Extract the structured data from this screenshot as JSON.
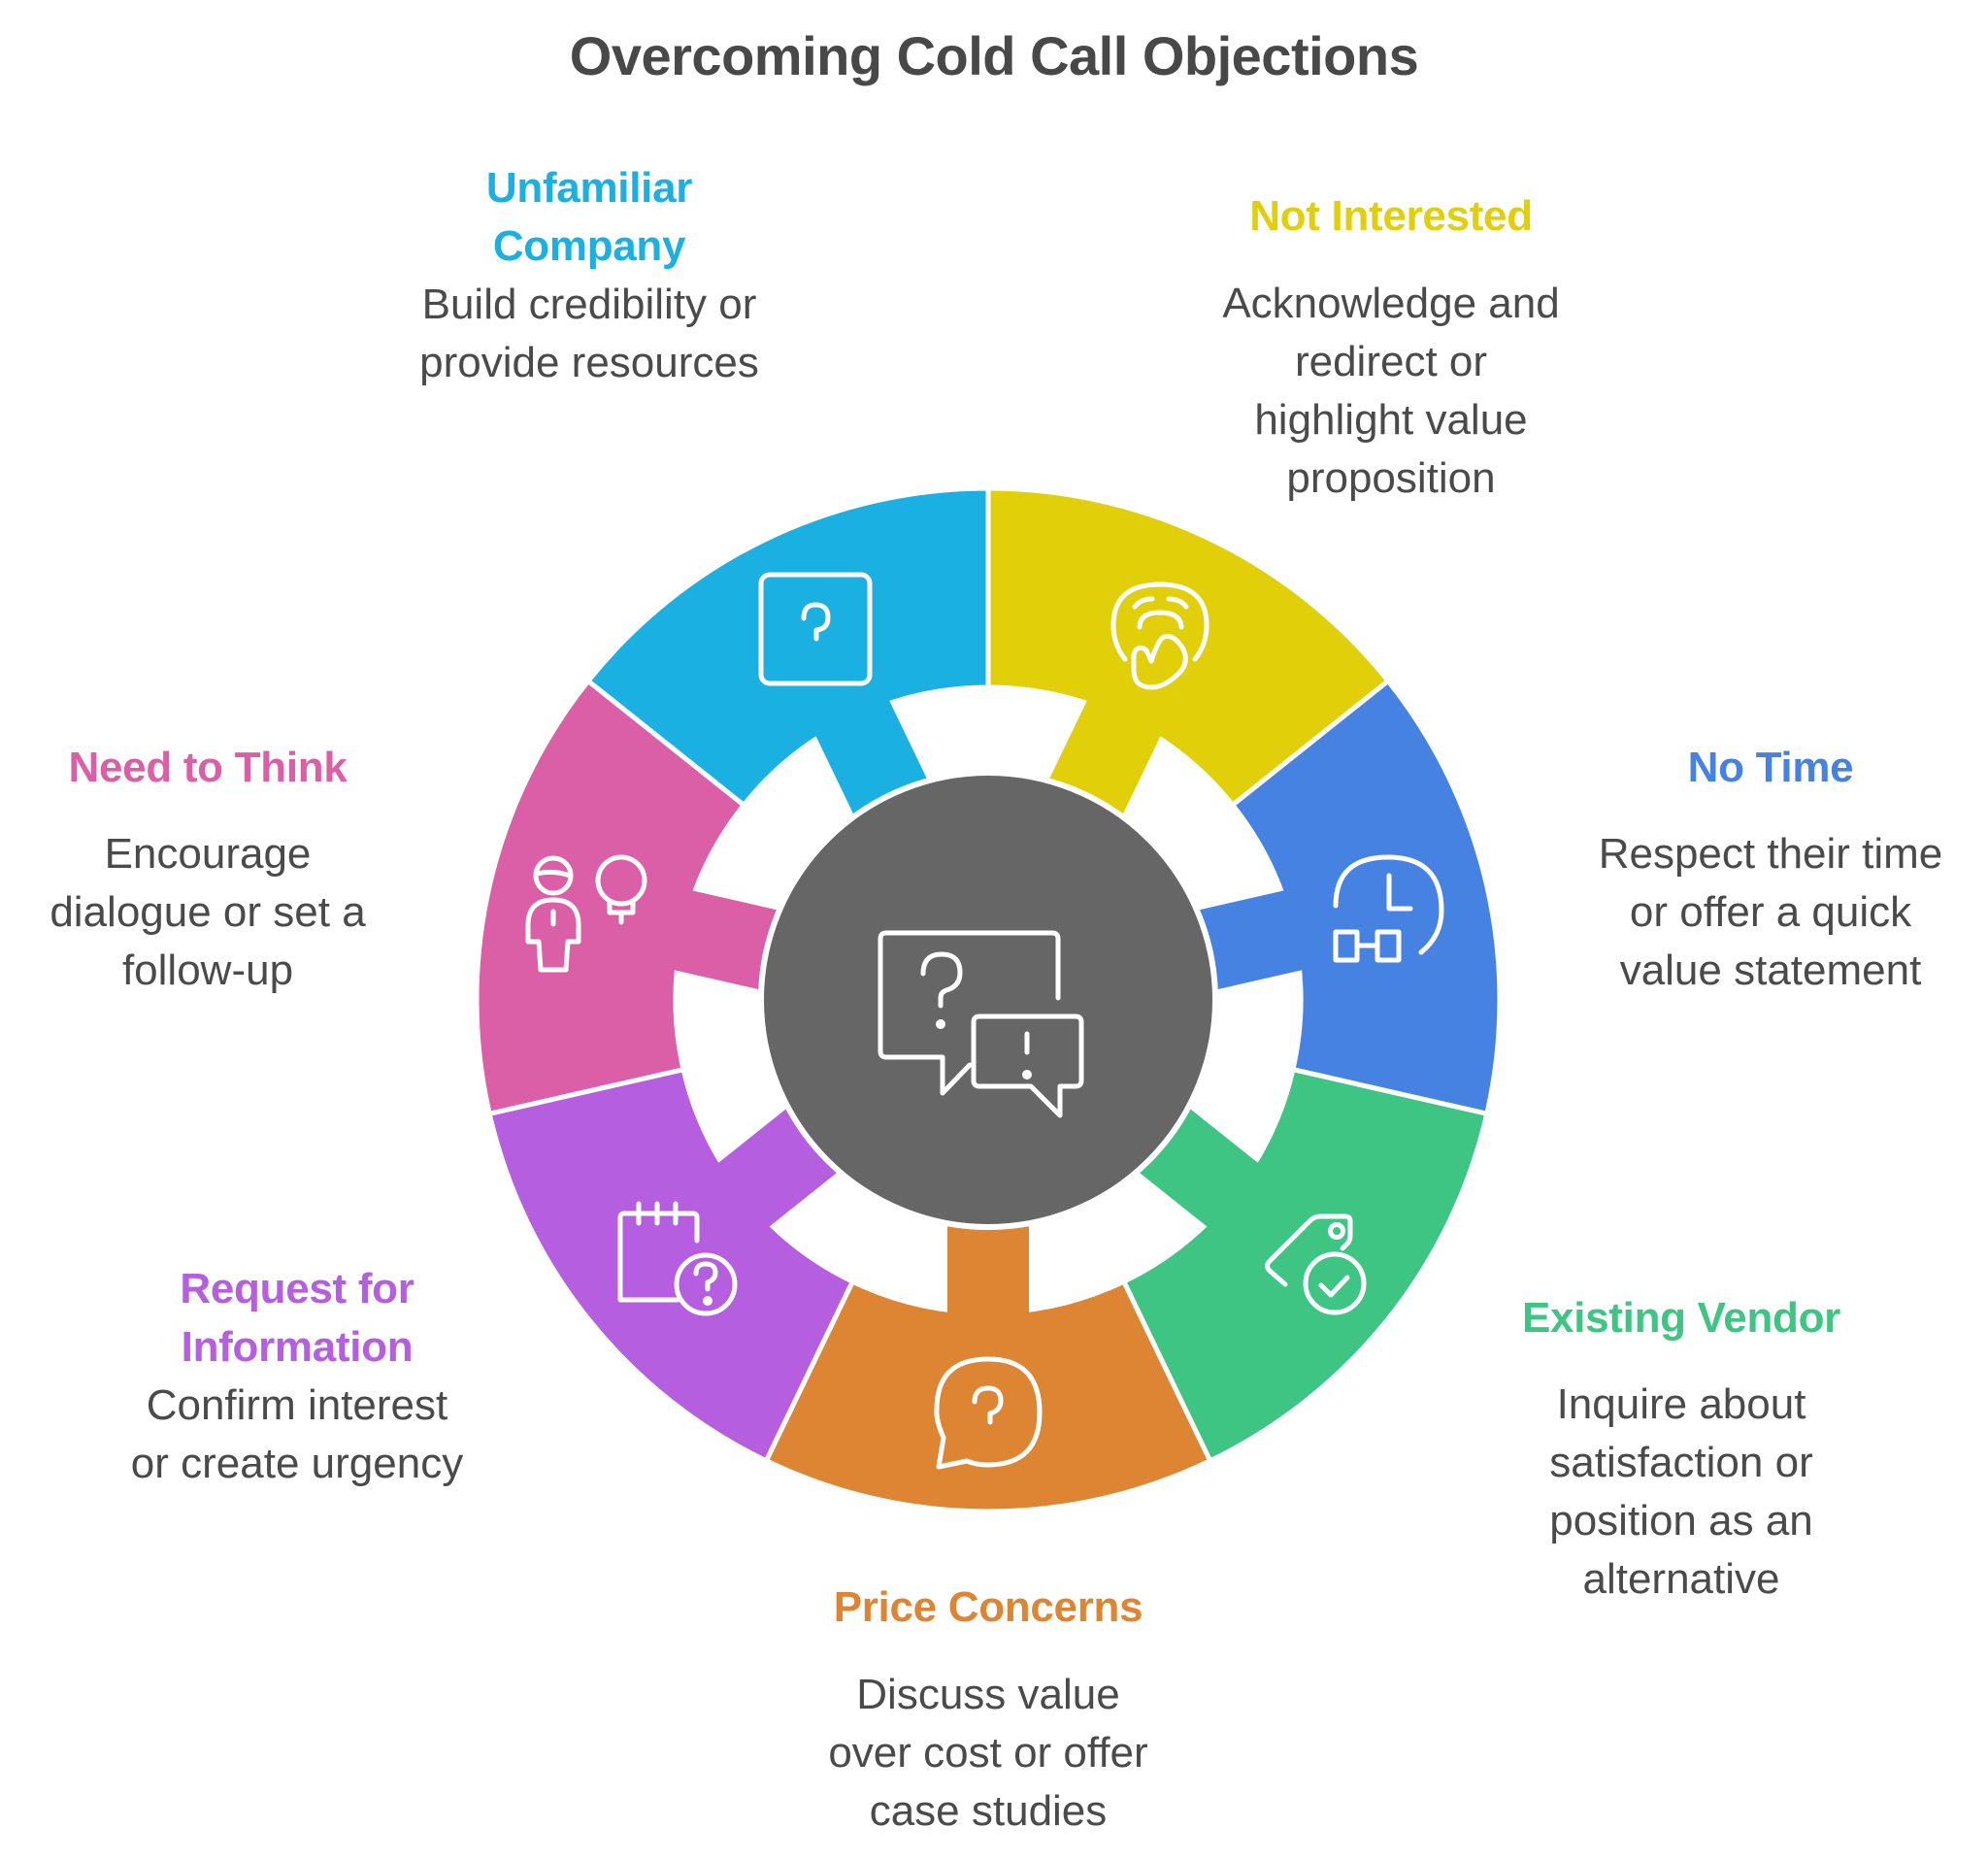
{
  "title": "Overcoming Cold Call Objections",
  "hub": {
    "color": "#666666",
    "icon": "question-exclamation-chat-bubbles-icon"
  },
  "segments": [
    {
      "key": "not-interested",
      "heading": [
        "Not Interested"
      ],
      "description": [
        "Acknowledge and",
        "redirect or",
        "highlight value",
        "proposition"
      ],
      "color": "#E0CF09",
      "icon": "face-hand-over-mouth-icon"
    },
    {
      "key": "no-time",
      "heading": [
        "No Time"
      ],
      "description": [
        "Respect their time",
        "or offer a quick",
        "value statement"
      ],
      "color": "#4682E2",
      "icon": "clock-schedule-icon"
    },
    {
      "key": "existing-vendor",
      "heading": [
        "Existing Vendor"
      ],
      "description": [
        "Inquire about",
        "satisfaction or",
        "position as an",
        "alternative"
      ],
      "color": "#3EC584",
      "icon": "tag-check-icon"
    },
    {
      "key": "price-concerns",
      "heading": [
        "Price Concerns"
      ],
      "description": [
        "Discuss value",
        "over cost or offer",
        "case studies"
      ],
      "color": "#DE8533",
      "icon": "speech-bubble-question-icon"
    },
    {
      "key": "request-for-information",
      "heading": [
        "Request for",
        "Information"
      ],
      "description": [
        "Confirm interest",
        "or create urgency"
      ],
      "color": "#B55EE0",
      "icon": "notepad-question-icon"
    },
    {
      "key": "need-to-think",
      "heading": [
        "Need to Think"
      ],
      "description": [
        "Encourage",
        "dialogue or set a",
        "follow-up"
      ],
      "color": "#DB5FA7",
      "icon": "person-lightbulb-icon"
    },
    {
      "key": "unfamiliar-company",
      "heading": [
        "Unfamiliar",
        "Company"
      ],
      "description": [
        "Build credibility or",
        "provide resources"
      ],
      "color": "#1AB0E2",
      "icon": "question-square-icon"
    }
  ]
}
